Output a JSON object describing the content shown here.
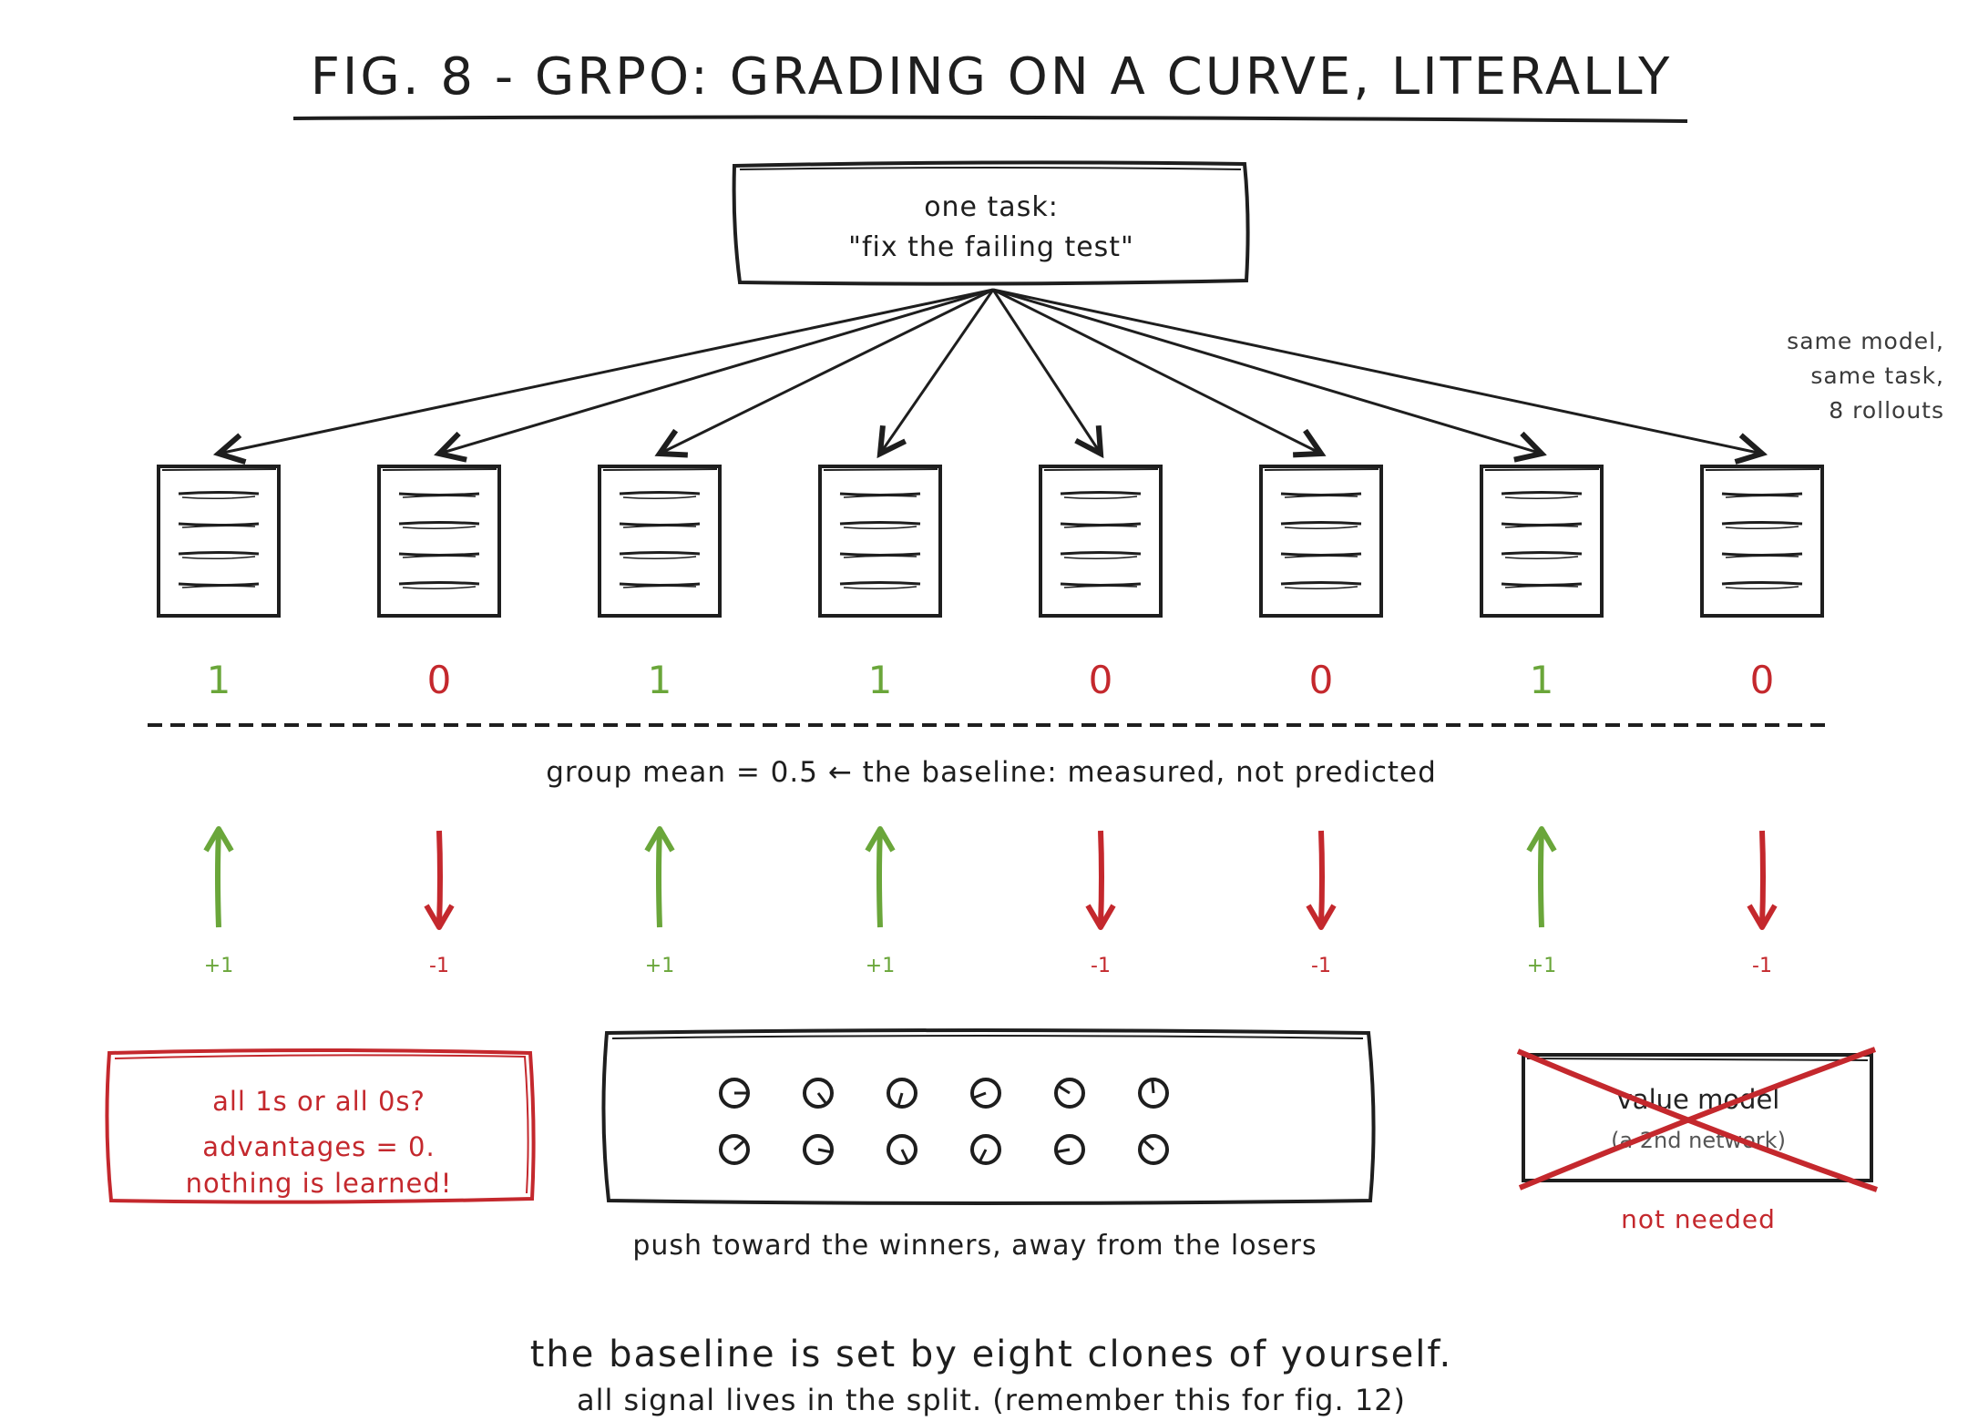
{
  "title": "FIG. 8 - GRPO: GRADING ON A CURVE, LITERALLY",
  "task_box": {
    "line1": "one task:",
    "line2": "\"fix the failing test\""
  },
  "side_note": {
    "line1": "same model,",
    "line2": "same task,",
    "line3": "8 rollouts"
  },
  "rollouts": [
    {
      "score": "1",
      "advantage": "+1",
      "result": "win"
    },
    {
      "score": "0",
      "advantage": "-1",
      "result": "loss"
    },
    {
      "score": "1",
      "advantage": "+1",
      "result": "win"
    },
    {
      "score": "1",
      "advantage": "+1",
      "result": "win"
    },
    {
      "score": "0",
      "advantage": "-1",
      "result": "loss"
    },
    {
      "score": "0",
      "advantage": "-1",
      "result": "loss"
    },
    {
      "score": "1",
      "advantage": "+1",
      "result": "win"
    },
    {
      "score": "0",
      "advantage": "-1",
      "result": "loss"
    }
  ],
  "baseline_text": "group mean = 0.5  ←  the baseline: measured, not predicted",
  "warning_box": {
    "line1": "all 1s or all 0s?",
    "line2": "advantages = 0.",
    "line3": "nothing is learned!"
  },
  "push_caption": "push toward the winners, away from the losers",
  "value_model": {
    "line1": "value model",
    "line2": "(a 2nd network)",
    "status": "not needed"
  },
  "footer": {
    "line1": "the baseline is set by eight clones of yourself.",
    "line2": "all signal lives in the split. (remember this for fig. 12)"
  },
  "colors": {
    "ink": "#1e1e1e",
    "green": "#6aa63a",
    "red": "#c4282d"
  }
}
